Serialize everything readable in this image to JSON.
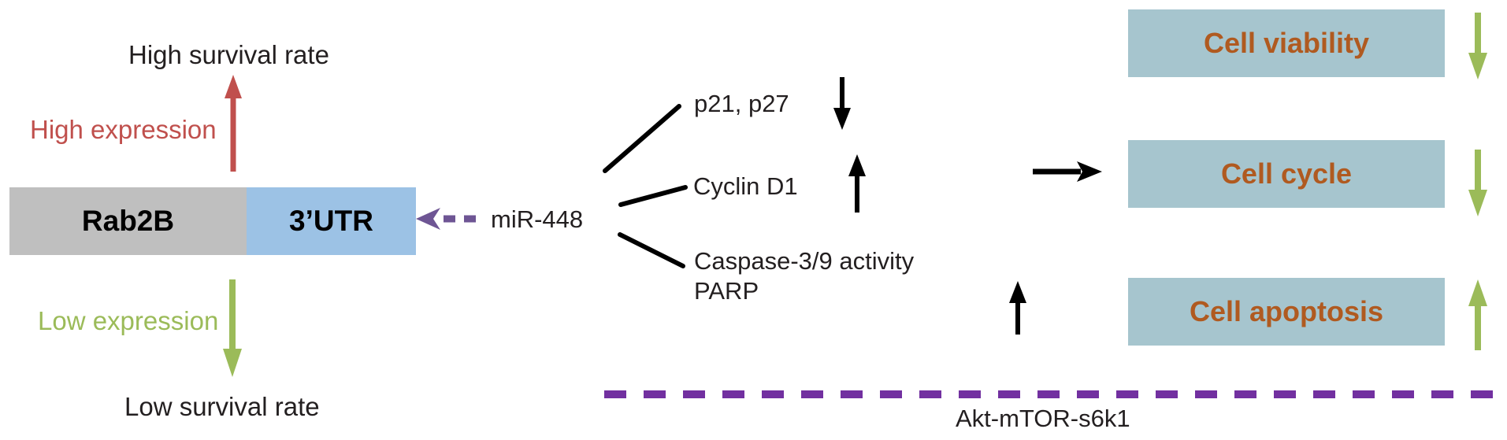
{
  "figure": {
    "left": {
      "high_survival_label": "High survival rate",
      "high_expression_label": "High expression",
      "gene_box": {
        "gene": "Rab2B",
        "utr": "3’UTR"
      },
      "low_expression_label": "Low expression",
      "low_survival_label": "Low survival rate"
    },
    "middle": {
      "mirna_label": "miR-448",
      "targets": [
        {
          "label": "p21, p27",
          "regulation": "down"
        },
        {
          "label": "Cyclin D1",
          "regulation": "up"
        },
        {
          "label": "Caspase-3/9 activity",
          "label_line2": "PARP",
          "regulation": "up"
        }
      ],
      "pathway_label": "Akt-mTOR-s6k1"
    },
    "right": {
      "outcomes": [
        {
          "label": "Cell viability",
          "direction": "down"
        },
        {
          "label": "Cell cycle",
          "direction": "down"
        },
        {
          "label": "Cell apoptosis",
          "direction": "up"
        }
      ]
    }
  },
  "icons": {
    "up_arrow": "↑",
    "down_arrow": "↓",
    "right_arrow": "→",
    "left_dashed_arrow": "⇠"
  },
  "colors": {
    "ink": "#231f20",
    "red": "#c0504d",
    "green": "#9bbb59",
    "purple": "#6e5594",
    "purple_dark": "#7230a0",
    "gene_gray": "#bfbfbf",
    "utr_blue": "#9cc2e5",
    "panel_blue": "#a6c5ce",
    "panel_text": "#b05a20",
    "black": "#000000"
  }
}
